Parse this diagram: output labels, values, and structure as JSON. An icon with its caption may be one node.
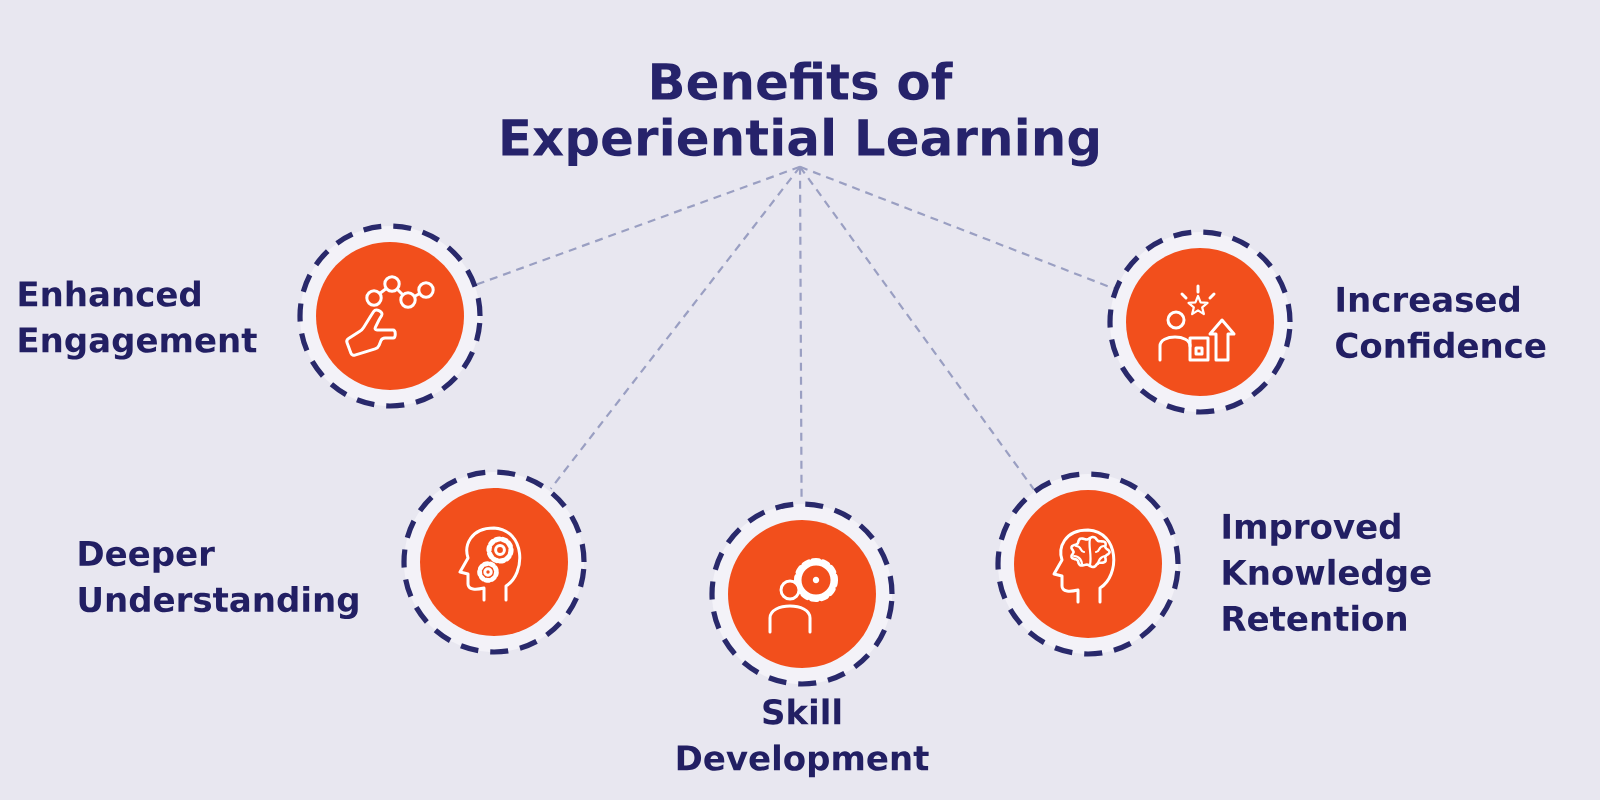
{
  "diagram": {
    "nodes": [
      {
        "text": [
          "Benefits of Experiential Learning"
        ]
      },
      {
        "text": [],
        "shape": "circle",
        "beside": [
          "Enhanced Engagement"
        ]
      },
      {
        "text": [],
        "shape": "circle",
        "beside": [
          "Increased Confidence"
        ]
      },
      {
        "text": [],
        "shape": "circle",
        "beside": [
          "Deeper Understanding"
        ]
      },
      {
        "text": [],
        "shape": "circle",
        "beside": [
          "Improved Knowledge Retention"
        ]
      },
      {
        "text": [],
        "shape": "circle",
        "beside": [
          "Skill Development"
        ]
      }
    ],
    "edges": [
      {
        "from": 0,
        "to": 1,
        "arrow": "none",
        "style": "dashed"
      },
      {
        "from": 0,
        "to": 2,
        "arrow": "none",
        "style": "dashed"
      },
      {
        "from": 0,
        "to": 3,
        "arrow": "none",
        "style": "dashed"
      },
      {
        "from": 0,
        "to": 4,
        "arrow": "none",
        "style": "dashed"
      },
      {
        "from": 0,
        "to": 5,
        "arrow": "none",
        "style": "dashed"
      }
    ]
  }
}
